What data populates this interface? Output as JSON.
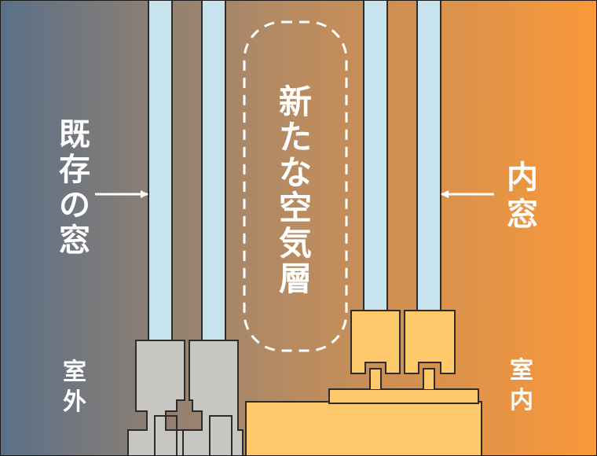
{
  "labels": {
    "existing_window": "既存の窓",
    "new_air_layer": "新たな空気層",
    "inner_window": "内窓",
    "outdoor": "室外",
    "indoor": "室内"
  },
  "colors": {
    "outdoor_side": "#5a7088",
    "middle": "#b28a64",
    "indoor_side": "#fb9838",
    "glass": "#c6e3ee",
    "frame_gray": "#c8c6c2",
    "frame_yellow": "#fdc96b",
    "outline": "#2c2c2c",
    "label_text": "#ffffff"
  }
}
